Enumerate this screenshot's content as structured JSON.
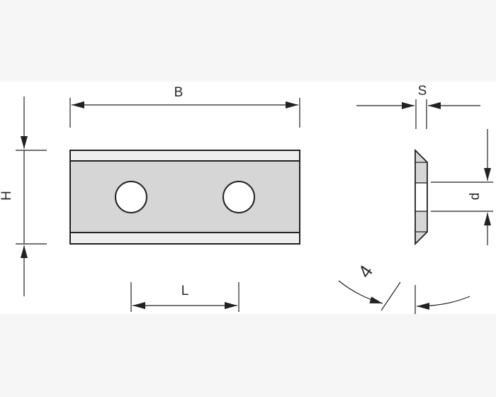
{
  "labels": {
    "width": "B",
    "height": "H",
    "hole_spacing": "L",
    "thickness": "S",
    "hole_diameter": "d",
    "angle": "4"
  },
  "colors": {
    "background": "#f6f6f6",
    "drawing_area": "#ffffff",
    "insert_fill": "#d6d6d6",
    "edge_band_fill": "#eeeeee",
    "stroke": "#222222"
  }
}
